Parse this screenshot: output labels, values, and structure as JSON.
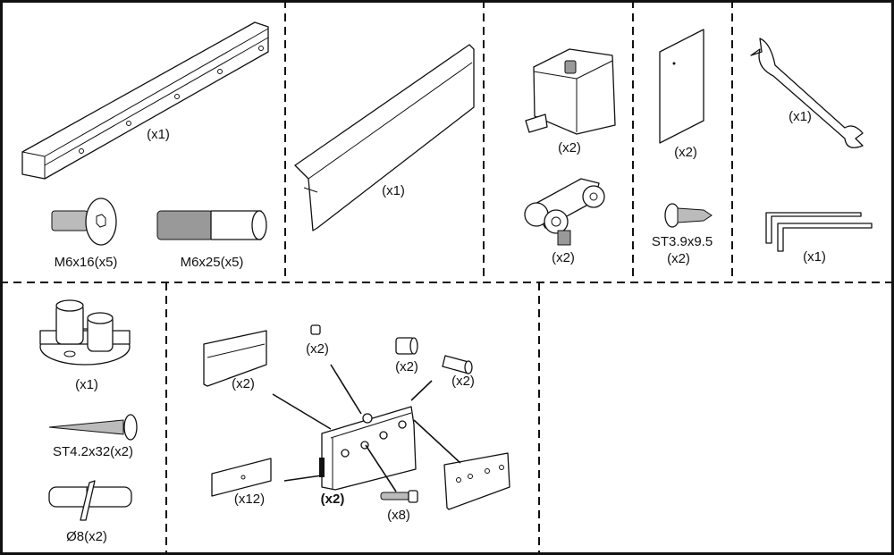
{
  "title": "Sliding door hardware kit contents",
  "cells": {
    "rail": {
      "qty": "(x1)"
    },
    "screw_m6x16": {
      "label": "M6x16(x5)"
    },
    "nut_m6x25": {
      "label": "M6x25(x5)"
    },
    "fascia": {
      "qty": "(x1)"
    },
    "stopper": {
      "qty": "(x2)"
    },
    "trolley": {
      "qty": "(x2)"
    },
    "plate": {
      "qty": "(x2)"
    },
    "screw_st39": {
      "label": "ST3.9x9.5",
      "qty": "(x2)"
    },
    "wrench": {
      "qty": "(x1)"
    },
    "hex_keys": {
      "qty": "(x1)"
    },
    "floor_guide": {
      "qty": "(x1)"
    },
    "screw_st42": {
      "label": "ST4.2x32(x2)"
    },
    "wall_plug": {
      "label": "Ø8(x2)"
    },
    "clamp_assembly": {
      "top_plate": "(x2)",
      "small_screw": "(x2)",
      "short_spacer": "(x2)",
      "long_spacer": "(x2)",
      "shim": "(x12)",
      "clamp": "(x2)",
      "bolt": "(x8)"
    }
  }
}
